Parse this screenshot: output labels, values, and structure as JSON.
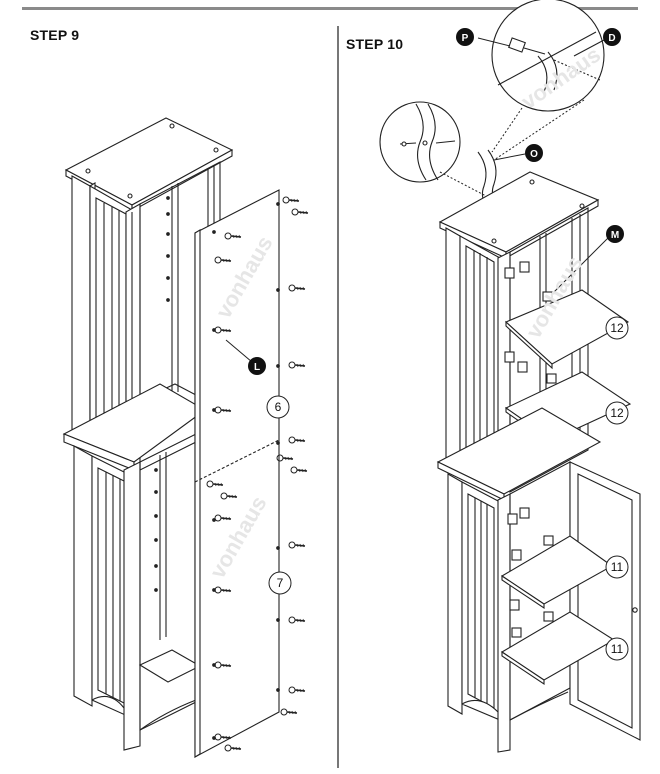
{
  "steps": {
    "step9": {
      "title": "STEP 9"
    },
    "step10": {
      "title": "STEP 10"
    }
  },
  "callouts": {
    "L": "L",
    "P": "P",
    "D": "D",
    "O": "O",
    "M": "M",
    "count_6": "6",
    "count_7": "7",
    "count_12a": "12",
    "count_12b": "12",
    "count_11a": "11",
    "count_11b": "11"
  },
  "watermark": "vonhaus",
  "colors": {
    "line": "#222222",
    "divider": "#777777",
    "callout_fill": "#111111",
    "watermark": "#e6e6e6"
  }
}
